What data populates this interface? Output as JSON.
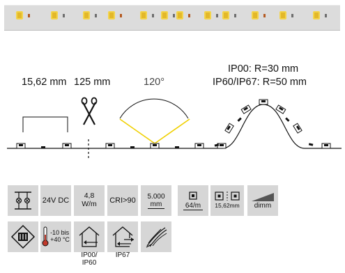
{
  "labels": {
    "segment_length": "15,62 mm",
    "led_pitch": "125 mm",
    "beam_angle": "120°",
    "bend_radius_ip00": "IP00: R=30 mm",
    "bend_radius_ip60": "IP60/IP67: R=50 mm"
  },
  "icons": {
    "voltage": "24V DC",
    "power_value": "4,8",
    "power_unit": "W/m",
    "cri": "CRI>90",
    "length_value": "5.000",
    "length_unit": "mm",
    "led_density": "64/m",
    "cut_length": "15,62mm",
    "dimm": "dimm",
    "temp_low": "-10 bis",
    "temp_high": "+40 °C",
    "ip_rating_1a": "IP00/",
    "ip_rating_1b": "IP60",
    "ip_rating_2": "IP67"
  },
  "colors": {
    "strip_bg": "#dcdcdc",
    "led_yellow": "#f3d44a",
    "beam_yellow": "#f0d000",
    "icon_bg": "#d6d6d6"
  }
}
